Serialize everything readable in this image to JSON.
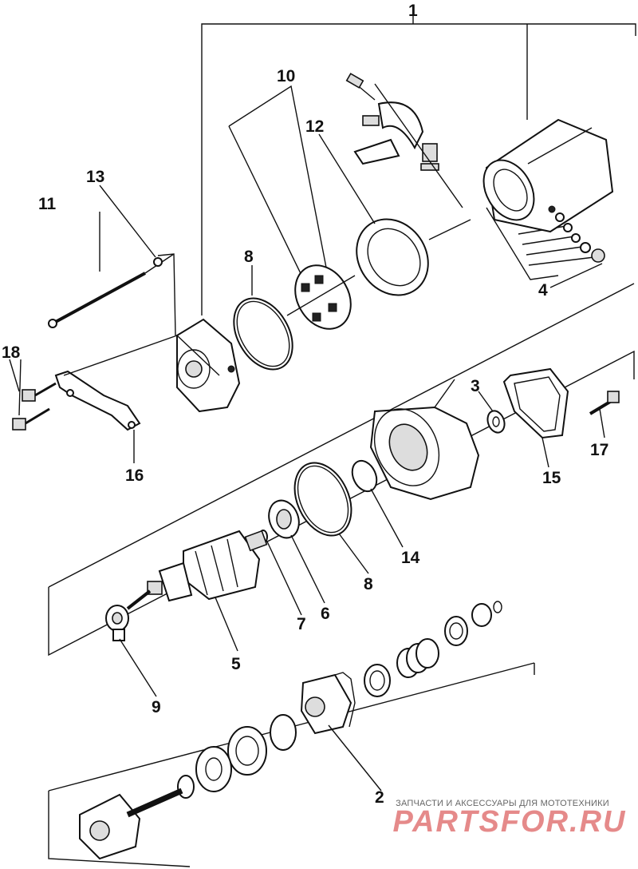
{
  "diagram": {
    "part_labels": [
      {
        "id": "p1",
        "text": "1"
      },
      {
        "id": "p2",
        "text": "2"
      },
      {
        "id": "p3",
        "text": "3"
      },
      {
        "id": "p4",
        "text": "4"
      },
      {
        "id": "p5",
        "text": "5"
      },
      {
        "id": "p6",
        "text": "6"
      },
      {
        "id": "p7",
        "text": "7"
      },
      {
        "id": "p8a",
        "text": "8"
      },
      {
        "id": "p8b",
        "text": "8"
      },
      {
        "id": "p9",
        "text": "9"
      },
      {
        "id": "p10",
        "text": "10"
      },
      {
        "id": "p11",
        "text": "11"
      },
      {
        "id": "p12",
        "text": "12"
      },
      {
        "id": "p13",
        "text": "13"
      },
      {
        "id": "p14",
        "text": "14"
      },
      {
        "id": "p15",
        "text": "15"
      },
      {
        "id": "p16",
        "text": "16"
      },
      {
        "id": "p17",
        "text": "17"
      },
      {
        "id": "p18",
        "text": "18"
      }
    ]
  },
  "watermark": {
    "tagline": "ЗАПЧАСТИ И АКСЕССУАРЫ ДЛЯ МОТОТЕХНИКИ",
    "brand": "PARTSFOR.RU"
  }
}
